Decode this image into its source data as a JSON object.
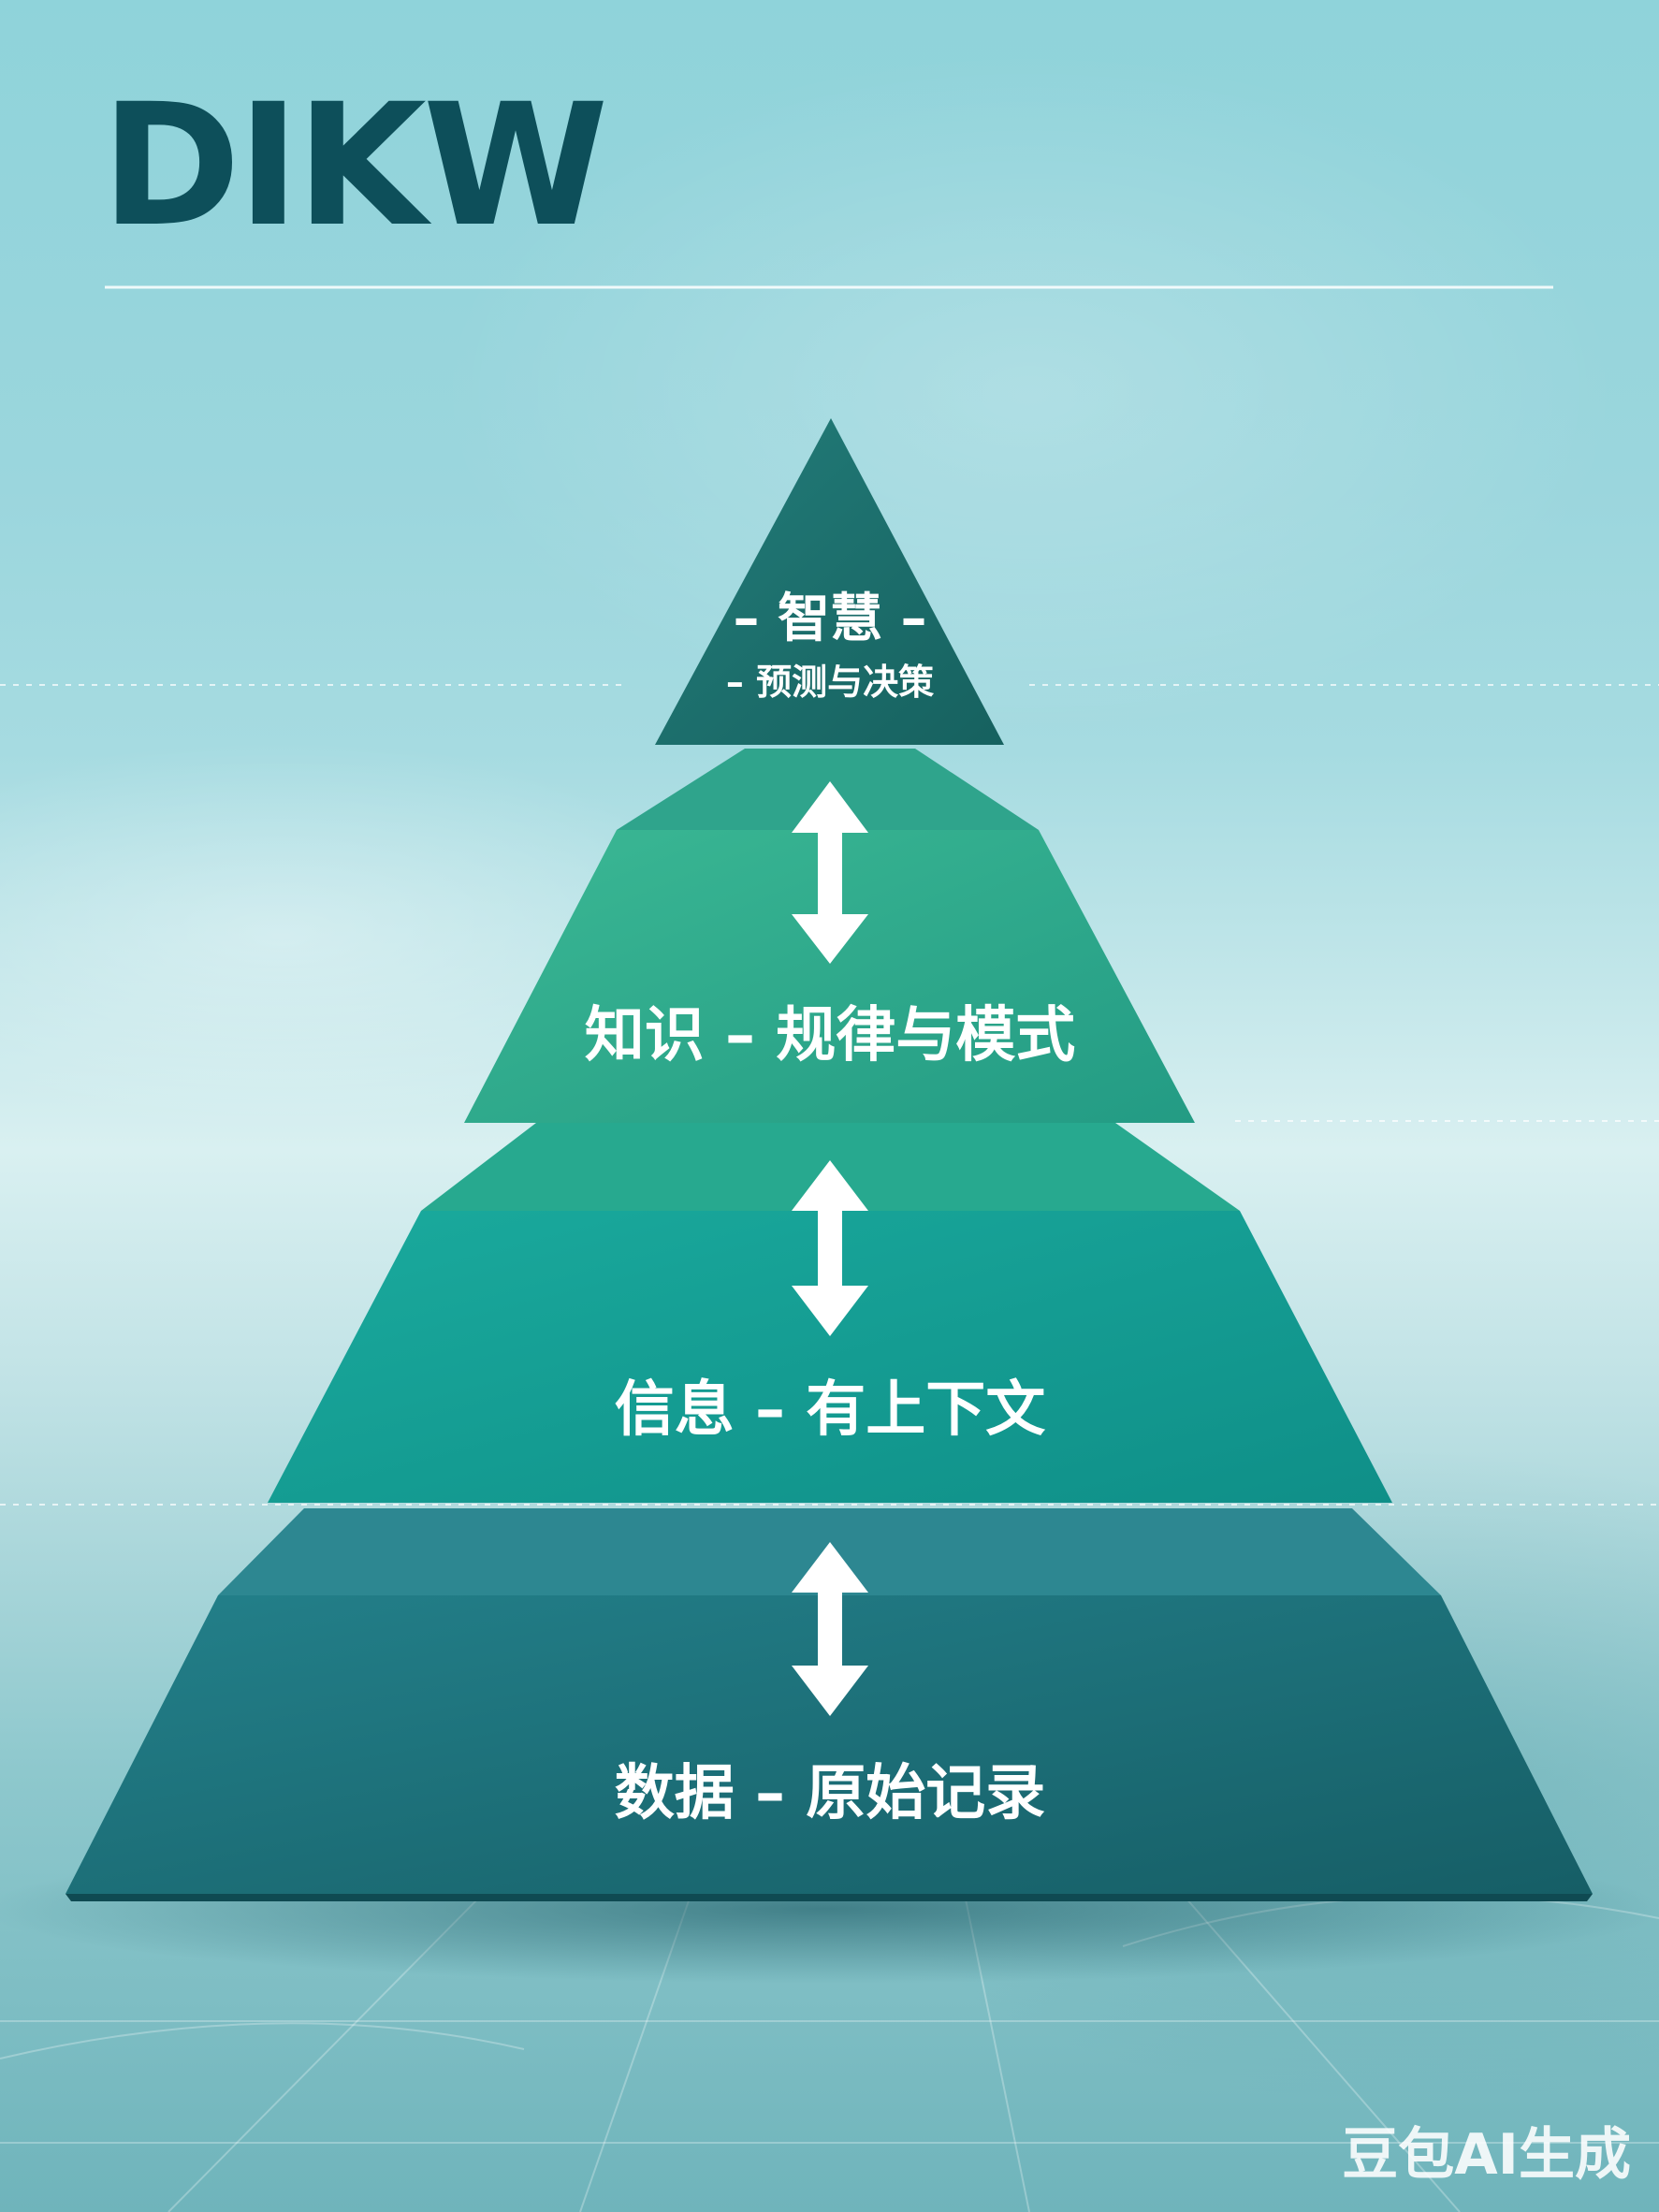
{
  "title": "DIKW",
  "watermark": "豆包AI生成",
  "colors": {
    "title": "#0d4f5a",
    "tier_wisdom": "#1a6f6f",
    "tier_knowledge": "#2faa8e",
    "tier_information": "#14a198",
    "tier_data": "#1c6e77",
    "label_text": "#ffffff",
    "arrow": "#ffffff"
  },
  "pyramid": {
    "tiers": [
      {
        "id": "wisdom",
        "title": "– 智慧 –",
        "subtitle": "– 预测与决策"
      },
      {
        "id": "knowledge",
        "label": "知识 – 规律与模式"
      },
      {
        "id": "information",
        "label": "信息 – 有上下文"
      },
      {
        "id": "data",
        "label": "数据 – 原始记录"
      }
    ],
    "arrows": [
      "bidirectional",
      "bidirectional",
      "bidirectional"
    ]
  }
}
